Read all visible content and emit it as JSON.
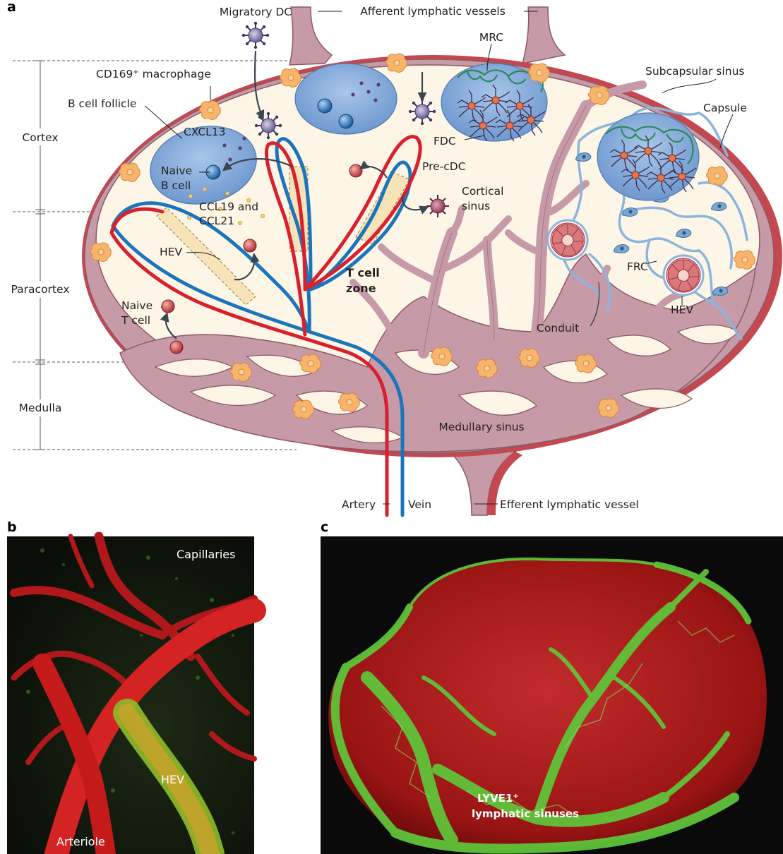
{
  "panels": {
    "a": "a",
    "b": "b",
    "c": "c"
  },
  "zones": {
    "cortex": "Cortex",
    "paracortex": "Paracortex",
    "medulla": "Medulla"
  },
  "labels": {
    "migratory_dc": "Migratory DC",
    "afferent": "Afferent lymphatic vessels",
    "mrc": "MRC",
    "cd169_line1": "CD169",
    "cd169_sup": "+",
    "cd169_line2": " macrophage",
    "b_follicle": "B cell follicle",
    "subcapsular": "Subcapsular sinus",
    "capsule": "Capsule",
    "cxcl13": "CXCL13",
    "fdc": "FDC",
    "naive_b_1": "Naive",
    "naive_b_2": "B cell",
    "pre_cdc": "Pre-cDC",
    "cortical_1": "Cortical",
    "cortical_2": "sinus",
    "ccl_1": "CCL19 and",
    "ccl_2": "CCL21",
    "hev_left": "HEV",
    "t_zone_1": "T cell",
    "t_zone_2": "zone",
    "frc": "FRC",
    "hev_right": "HEV",
    "naive_t_1": "Naive",
    "naive_t_2": "T cell",
    "conduit": "Conduit",
    "medullary": "Medullary sinus",
    "artery": "Artery",
    "vein": "Vein",
    "efferent": "Efferent lymphatic vessel"
  },
  "micro_b": {
    "capillaries": "Capillaries",
    "hev": "HEV",
    "arteriole": "Arteriole"
  },
  "micro_c": {
    "lyve_1": "LYVE1",
    "lyve_sup": "+",
    "lyve_2": "lymphatic sinuses"
  },
  "colors": {
    "sinus": "#c69aa6",
    "sinus_edge": "#8c5a66",
    "capsule": "#c5474f",
    "parenchyma": "#fdf6e6",
    "follicle": "#7aa6d6",
    "artery": "#d8202e",
    "vein": "#1b75bb",
    "frc": "#8cb4dc",
    "macrophage": "#f5b06a",
    "micro_red": "#c41a1a",
    "micro_green": "#5ec83a"
  },
  "icons": [
    "macrophage-icon",
    "dendritic-cell-icon",
    "lymphocyte-icon",
    "fdc-icon",
    "frc-icon",
    "hev-cross-section-icon"
  ]
}
